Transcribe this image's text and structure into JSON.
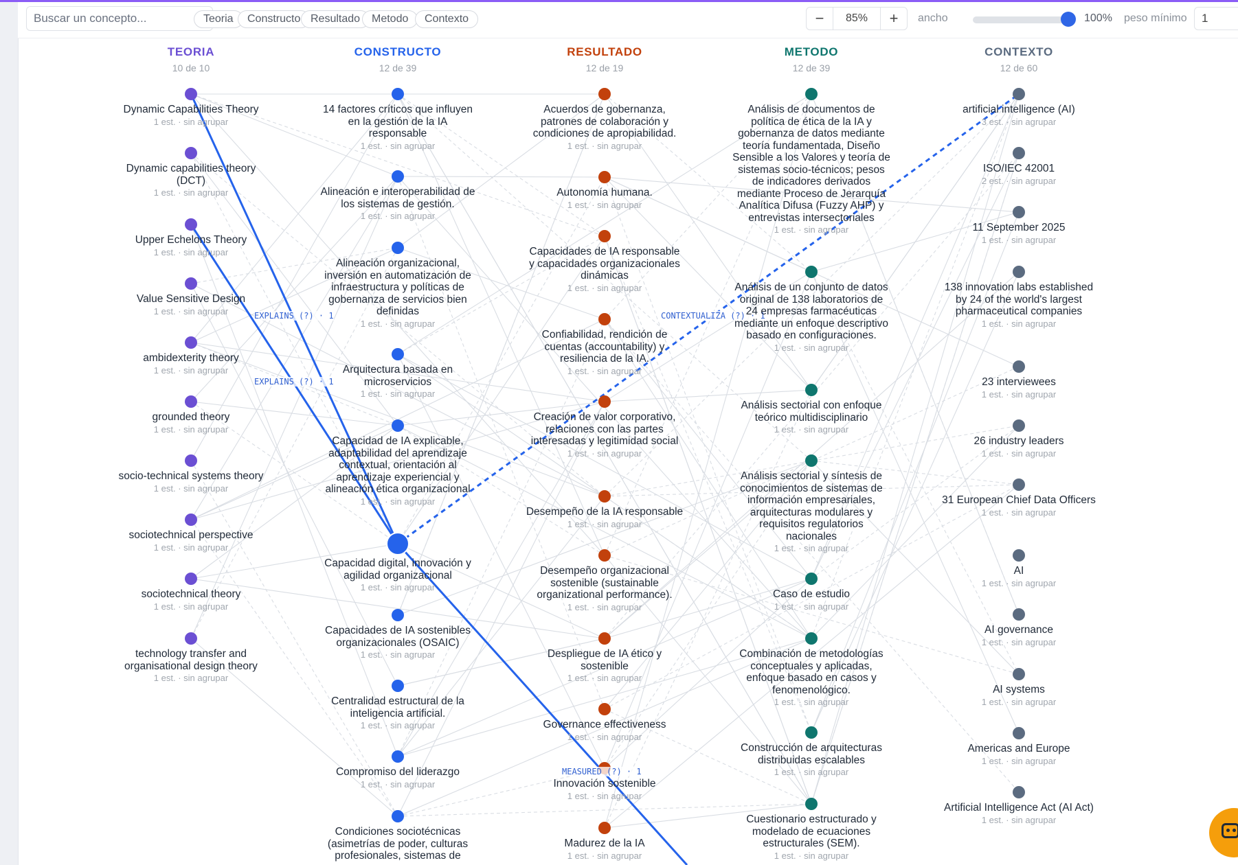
{
  "toolbar": {
    "search_placeholder": "Buscar un concepto...",
    "filters": [
      "Teoria",
      "Constructo",
      "Resultado",
      "Metodo",
      "Contexto"
    ],
    "zoom_minus": "−",
    "zoom_value": "85%",
    "zoom_plus": "+",
    "width_label": "ancho",
    "width_value": "100%",
    "min_weight_label": "peso mínimo",
    "min_weight_value": "1"
  },
  "colors": {
    "teoria": "#6b4fd3",
    "constructo": "#2563eb",
    "resultado": "#c2410c",
    "metodo": "#0f766e",
    "contexto": "#5b6b80",
    "highlight": "#2563eb"
  },
  "columns": [
    {
      "key": "teoria",
      "title": "TEORIA",
      "count": "10 de 10",
      "nodes": [
        {
          "label": "Dynamic Capabilities Theory",
          "sub": "1 est. · sin agrupar"
        },
        {
          "label": "Dynamic capabilities theory (DCT)",
          "sub": "1 est. · sin agrupar"
        },
        {
          "label": "Upper Echelons Theory",
          "sub": "1 est. · sin agrupar"
        },
        {
          "label": "Value Sensitive Design",
          "sub": "1 est. · sin agrupar"
        },
        {
          "label": "ambidexterity theory",
          "sub": "1 est. · sin agrupar"
        },
        {
          "label": "grounded theory",
          "sub": "1 est. · sin agrupar"
        },
        {
          "label": "socio-technical systems theory",
          "sub": "1 est. · sin agrupar"
        },
        {
          "label": "sociotechnical perspective",
          "sub": "1 est. · sin agrupar"
        },
        {
          "label": "sociotechnical theory",
          "sub": "1 est. · sin agrupar"
        },
        {
          "label": "technology transfer and organisational design theory",
          "sub": "1 est. · sin agrupar"
        }
      ]
    },
    {
      "key": "constructo",
      "title": "CONSTRUCTO",
      "count": "12 de 39",
      "nodes": [
        {
          "label": "14 factores críticos que influyen en la gestión de la IA responsable",
          "sub": "1 est. · sin agrupar"
        },
        {
          "label": "Alineación e interoperabilidad de los sistemas de gestión.",
          "sub": "1 est. · sin agrupar"
        },
        {
          "label": "Alineación organizacional, inversión en automatización de infraestructura y políticas de gobernanza de servicios bien definidas",
          "sub": "1 est. · sin agrupar"
        },
        {
          "label": "Arquitectura basada en microservicios",
          "sub": "1 est. · sin agrupar"
        },
        {
          "label": "Capacidad de IA explicable, adaptabilidad del aprendizaje contextual, orientación al aprendizaje experiencial y alineación ética organizacional",
          "sub": "1 est. · sin agrupar"
        },
        {
          "label": "Capacidad digital, innovación y agilidad organizacional",
          "sub": "1 est. · sin agrupar",
          "selected": true
        },
        {
          "label": "Capacidades de IA sostenibles organizacionales (OSAIC)",
          "sub": "1 est. · sin agrupar"
        },
        {
          "label": "Centralidad estructural de la inteligencia artificial.",
          "sub": "1 est. · sin agrupar"
        },
        {
          "label": "Compromiso del liderazgo",
          "sub": "1 est. · sin agrupar"
        },
        {
          "label": "Condiciones sociotécnicas (asimetrías de poder, culturas profesionales, sistemas de",
          "sub": ""
        }
      ]
    },
    {
      "key": "resultado",
      "title": "RESULTADO",
      "count": "12 de 19",
      "nodes": [
        {
          "label": "Acuerdos de gobernanza, patrones de colaboración y condiciones de apropiabilidad.",
          "sub": "1 est. · sin agrupar"
        },
        {
          "label": "Autonomía humana.",
          "sub": "1 est. · sin agrupar"
        },
        {
          "label": "Capacidades de IA responsable y capacidades organizacionales dinámicas",
          "sub": "1 est. · sin agrupar"
        },
        {
          "label": "Confiabilidad, rendición de cuentas (accountability) y resiliencia de la IA.",
          "sub": "1 est. · sin agrupar"
        },
        {
          "label": "Creación de valor corporativo, relaciones con las partes interesadas y legitimidad social",
          "sub": "1 est. · sin agrupar"
        },
        {
          "label": "Desempeño de la IA responsable",
          "sub": "1 est. · sin agrupar"
        },
        {
          "label": "Desempeño organizacional sostenible (sustainable organizational performance).",
          "sub": "1 est. · sin agrupar"
        },
        {
          "label": "Despliegue de IA ético y sostenible",
          "sub": "1 est. · sin agrupar"
        },
        {
          "label": "Governance effectiveness",
          "sub": "1 est. · sin agrupar"
        },
        {
          "label": "Innovación sostenible",
          "sub": "1 est. · sin agrupar"
        },
        {
          "label": "Madurez de la IA",
          "sub": "1 est. · sin agrupar"
        }
      ]
    },
    {
      "key": "metodo",
      "title": "METODO",
      "count": "12 de 39",
      "nodes": [
        {
          "label": "Análisis de documentos de política de ética de la IA y gobernanza de datos mediante teoría fundamentada, Diseño Sensible a los Valores y teoría de sistemas socio-técnicos; pesos de indicadores derivados mediante Proceso de Jerarquía Analítica Difusa (Fuzzy AHP) y entrevistas intersectoriales",
          "sub": "1 est. · sin agrupar"
        },
        {
          "label": "Análisis de un conjunto de datos original de 138 laboratorios de 24 empresas farmacéuticas mediante un enfoque descriptivo basado en configuraciones.",
          "sub": "1 est. · sin agrupar"
        },
        {
          "label": "Análisis sectorial con enfoque teórico multidisciplinario",
          "sub": "1 est. · sin agrupar"
        },
        {
          "label": "Análisis sectorial y síntesis de conocimientos de sistemas de información empresariales, arquitecturas modulares y requisitos regulatorios nacionales",
          "sub": "1 est. · sin agrupar"
        },
        {
          "label": "Caso de estudio",
          "sub": "1 est. · sin agrupar"
        },
        {
          "label": "Combinación de metodologías conceptuales y aplicadas, enfoque basado en casos y fenomenológico.",
          "sub": "1 est. · sin agrupar"
        },
        {
          "label": "Construcción de arquitecturas distribuidas escalables",
          "sub": "1 est. · sin agrupar"
        },
        {
          "label": "Cuestionario estructurado y modelado de ecuaciones estructurales (SEM).",
          "sub": "1 est. · sin agrupar"
        }
      ]
    },
    {
      "key": "contexto",
      "title": "CONTEXTO",
      "count": "12 de 60",
      "nodes": [
        {
          "label": "artificial intelligence (AI)",
          "sub": "3 est. · sin agrupar"
        },
        {
          "label": "ISO/IEC 42001",
          "sub": "2 est. · sin agrupar"
        },
        {
          "label": "11 September 2025",
          "sub": "1 est. · sin agrupar"
        },
        {
          "label": "138 innovation labs established by 24 of the world's largest pharmaceutical companies",
          "sub": "1 est. · sin agrupar"
        },
        {
          "label": "23 interviewees",
          "sub": "1 est. · sin agrupar"
        },
        {
          "label": "26 industry leaders",
          "sub": "1 est. · sin agrupar"
        },
        {
          "label": "31 European Chief Data Officers",
          "sub": "1 est. · sin agrupar"
        },
        {
          "label": "AI",
          "sub": "1 est. · sin agrupar"
        },
        {
          "label": "AI governance",
          "sub": "1 est. · sin agrupar"
        },
        {
          "label": "AI systems",
          "sub": "1 est. · sin agrupar"
        },
        {
          "label": "Americas and Europe",
          "sub": "1 est. · sin agrupar"
        },
        {
          "label": "Artificial Intelligence Act (AI Act)",
          "sub": "1 est. · sin agrupar"
        }
      ]
    }
  ],
  "highlighted_edges": [
    {
      "label": "EXPLAINS (?) · 1"
    },
    {
      "label": "EXPLAINS (?) · 1"
    },
    {
      "label": "CONTEXTUALIZA (?) · 1"
    },
    {
      "label": "MEASURED (?) · 1"
    }
  ],
  "assistant_icon": "robot-icon"
}
